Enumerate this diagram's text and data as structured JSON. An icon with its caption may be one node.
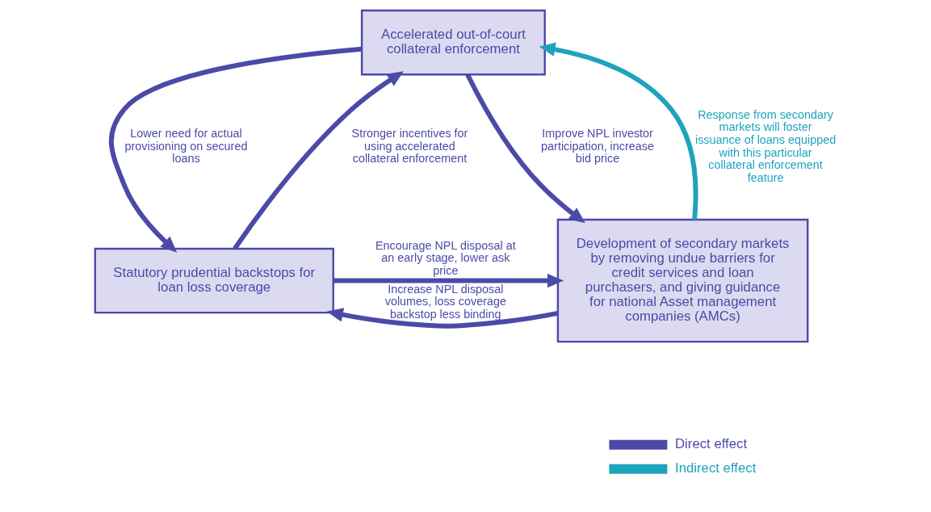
{
  "diagram": {
    "nodes": [
      {
        "text": [
          "Accelerated out-of-court collateral enforcement"
        ]
      },
      {
        "text": [
          "Statutory prudential backstops for loan loss coverage"
        ]
      },
      {
        "text": [
          "Development of secondary markets by removing undue barriers for credit services and loan purchasers, and giving guidance for national Asset management companies (AMCs)"
        ]
      }
    ],
    "edges": [
      {
        "from": 0,
        "to": 1,
        "arrow": "to",
        "label": "Lower need for actual provisioning on secured loans"
      },
      {
        "from": 1,
        "to": 0,
        "arrow": "to",
        "label": "Stronger incentives for using accelerated collateral enforcement"
      },
      {
        "from": 0,
        "to": 2,
        "arrow": "to",
        "label": "Improve NPL investor participation, increase bid price"
      },
      {
        "from": 2,
        "to": 0,
        "arrow": "to",
        "label": "Response from secondary markets will foster issuance of loans equipped with this particular collateral enforcement feature",
        "color": "#1fa3bd"
      },
      {
        "from": 1,
        "to": 2,
        "arrow": "to",
        "label": "Encourage NPL disposal at an early stage, lower ask price"
      },
      {
        "from": 2,
        "to": 1,
        "arrow": "to",
        "label": "Increase NPL disposal volumes, loss coverage backstop less binding"
      }
    ],
    "legend": [
      {
        "text": "Direct effect"
      },
      {
        "text": "Indirect effect"
      }
    ]
  }
}
